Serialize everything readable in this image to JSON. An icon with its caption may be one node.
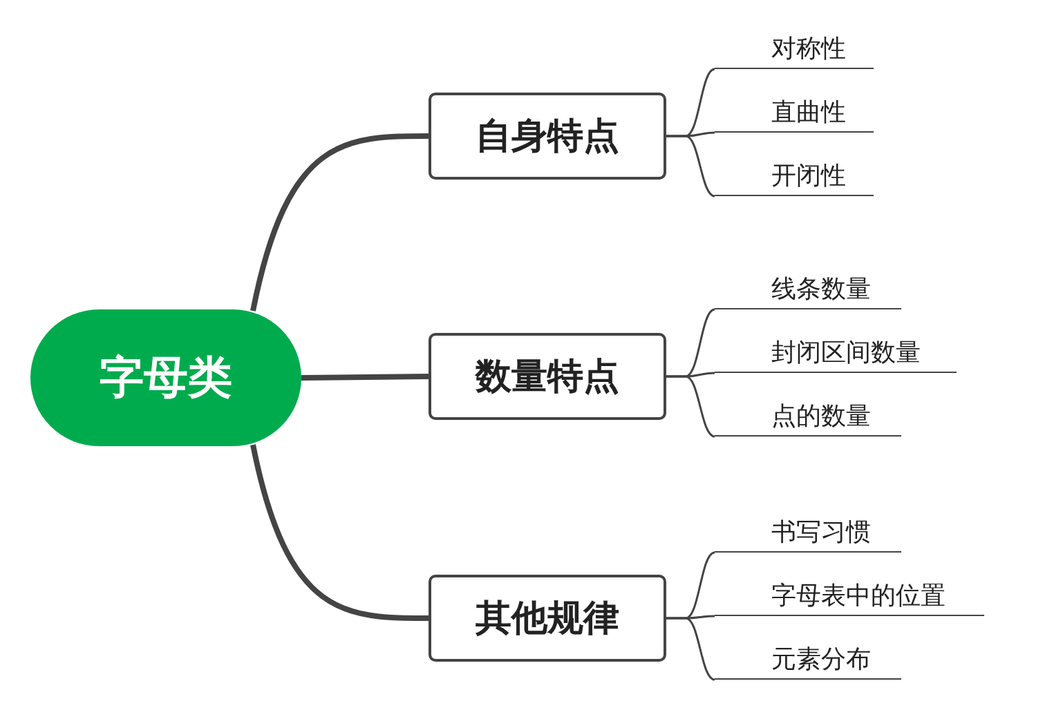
{
  "diagram": {
    "nodes": [
      {
        "text": [
          "字母类"
        ]
      },
      {
        "text": [
          "自身特点"
        ]
      },
      {
        "text": [
          "数量特点"
        ]
      },
      {
        "text": [
          "其他规律"
        ]
      },
      {
        "text": [
          "对称性"
        ]
      },
      {
        "text": [
          "直曲性"
        ]
      },
      {
        "text": [
          "开闭性"
        ]
      },
      {
        "text": [
          "线条数量"
        ]
      },
      {
        "text": [
          "封闭区间数量"
        ]
      },
      {
        "text": [
          "点的数量"
        ]
      },
      {
        "text": [
          "书写习惯"
        ]
      },
      {
        "text": [
          "字母表中的位置"
        ]
      },
      {
        "text": [
          "元素分布"
        ]
      }
    ],
    "edges": [
      {
        "from": 0,
        "to": 1,
        "arrow": "none",
        "style": "thick"
      },
      {
        "from": 0,
        "to": 2,
        "arrow": "none",
        "style": "thick"
      },
      {
        "from": 0,
        "to": 3,
        "arrow": "none",
        "style": "thick"
      },
      {
        "from": 1,
        "to": 4,
        "arrow": "none"
      },
      {
        "from": 1,
        "to": 5,
        "arrow": "none"
      },
      {
        "from": 1,
        "to": 6,
        "arrow": "none"
      },
      {
        "from": 2,
        "to": 7,
        "arrow": "none"
      },
      {
        "from": 2,
        "to": 8,
        "arrow": "none"
      },
      {
        "from": 2,
        "to": 9,
        "arrow": "none"
      },
      {
        "from": 3,
        "to": 10,
        "arrow": "none"
      },
      {
        "from": 3,
        "to": 11,
        "arrow": "none"
      },
      {
        "from": 3,
        "to": 12,
        "arrow": "none"
      }
    ]
  }
}
